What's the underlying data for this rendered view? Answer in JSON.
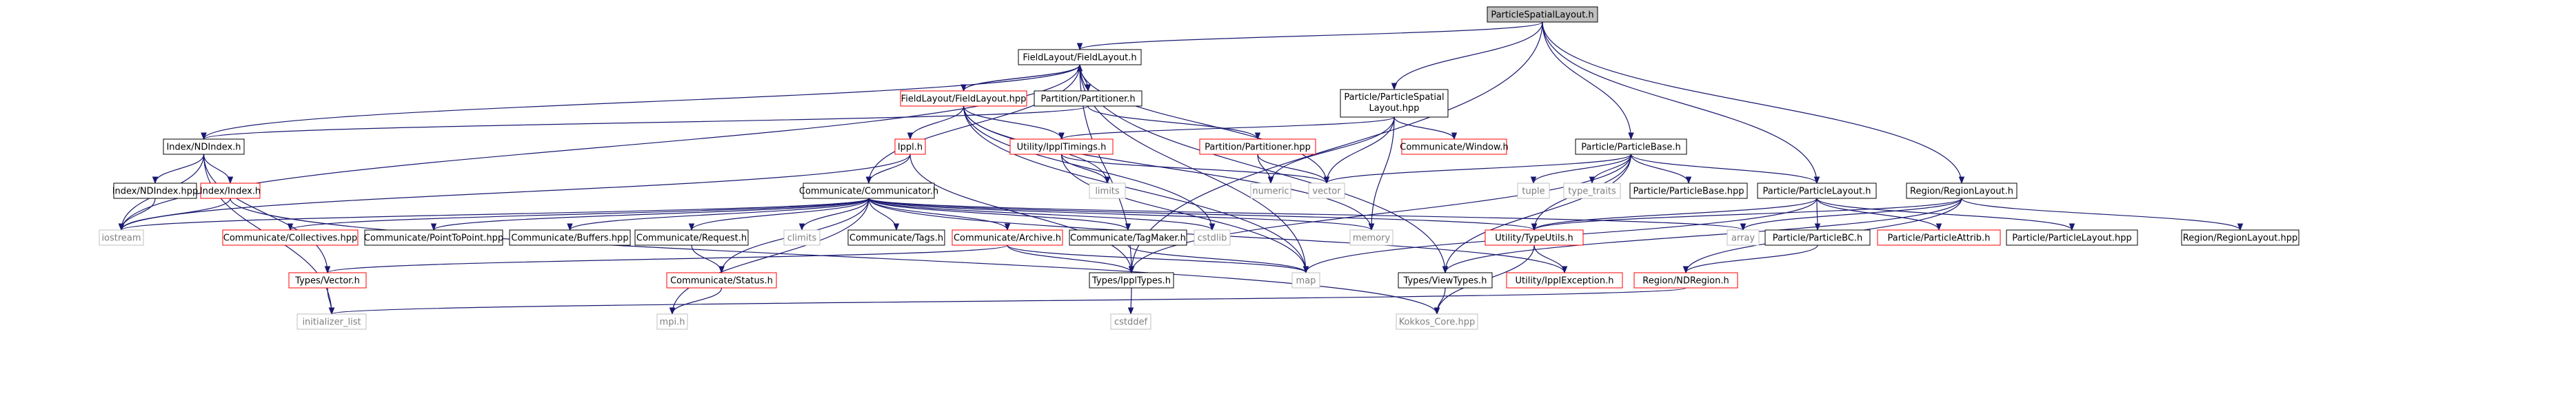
{
  "colors": {
    "edge": "#191970",
    "border_default": "#000000",
    "border_red": "#ff0000",
    "border_gray": "#bfbfbf",
    "fill_root": "#bfbfbf",
    "fill_default": "#ffffff",
    "text_default": "#000000",
    "text_gray": "#7f7f7f"
  },
  "nodes": [
    {
      "id": "ParticleSpatialLayout",
      "label": "ParticleSpatialLayout.h",
      "style": "root"
    },
    {
      "id": "FieldLayout_h",
      "label": "FieldLayout/FieldLayout.h",
      "style": "normal"
    },
    {
      "id": "ParticleSpatialLayout_hpp",
      "label": "Particle/ParticleSpatial\nLayout.hpp",
      "style": "normal"
    },
    {
      "id": "FieldLayout_hpp",
      "label": "FieldLayout/FieldLayout.hpp",
      "style": "red"
    },
    {
      "id": "Partitioner_h",
      "label": "Partition/Partitioner.h",
      "style": "normal"
    },
    {
      "id": "NDIndex_h",
      "label": "Index/NDIndex.h",
      "style": "normal"
    },
    {
      "id": "ippl_h",
      "label": "Ippl.h",
      "style": "red"
    },
    {
      "id": "IpplTimings",
      "label": "Utility/IpplTimings.h",
      "style": "red"
    },
    {
      "id": "Partitioner_hpp",
      "label": "Partition/Partitioner.hpp",
      "style": "red"
    },
    {
      "id": "CommWindow",
      "label": "Communicate/Window.h",
      "style": "red"
    },
    {
      "id": "ParticleBase",
      "label": "Particle/ParticleBase.h",
      "style": "normal"
    },
    {
      "id": "NDIndex_hpp",
      "label": "Index/NDIndex.hpp",
      "style": "normal"
    },
    {
      "id": "Index_h",
      "label": "Index/Index.h",
      "style": "red"
    },
    {
      "id": "limits",
      "label": "limits",
      "style": "gray"
    },
    {
      "id": "numeric",
      "label": "numeric",
      "style": "gray"
    },
    {
      "id": "vector",
      "label": "vector",
      "style": "gray"
    },
    {
      "id": "tuple",
      "label": "tuple",
      "style": "gray"
    },
    {
      "id": "type_traits",
      "label": "type_traits",
      "style": "gray"
    },
    {
      "id": "ParticleBase_hpp",
      "label": "Particle/ParticleBase.hpp",
      "style": "normal"
    },
    {
      "id": "ParticleLayout_h",
      "label": "Particle/ParticleLayout.h",
      "style": "normal"
    },
    {
      "id": "RegionLayout_h",
      "label": "Region/RegionLayout.h",
      "style": "normal"
    },
    {
      "id": "Communicator_h",
      "label": "Communicate/Communicator.h",
      "style": "normal"
    },
    {
      "id": "iostream",
      "label": "iostream",
      "style": "gray"
    },
    {
      "id": "Collectives",
      "label": "Communicate/Collectives.hpp",
      "style": "red"
    },
    {
      "id": "PointToPoint",
      "label": "Communicate/PointToPoint.hpp",
      "style": "normal"
    },
    {
      "id": "Buffers",
      "label": "Communicate/Buffers.hpp",
      "style": "normal"
    },
    {
      "id": "Request",
      "label": "Communicate/Request.h",
      "style": "normal"
    },
    {
      "id": "climits",
      "label": "climits",
      "style": "gray"
    },
    {
      "id": "Tags",
      "label": "Communicate/Tags.h",
      "style": "normal"
    },
    {
      "id": "Archive",
      "label": "Communicate/Archive.h",
      "style": "red"
    },
    {
      "id": "TagMaker",
      "label": "Communicate/TagMaker.h",
      "style": "normal"
    },
    {
      "id": "cstdlib",
      "label": "cstdlib",
      "style": "gray"
    },
    {
      "id": "memory",
      "label": "memory",
      "style": "gray"
    },
    {
      "id": "TypeUtils",
      "label": "Utility/TypeUtils.h",
      "style": "red"
    },
    {
      "id": "array",
      "label": "array",
      "style": "gray"
    },
    {
      "id": "ParticleBC",
      "label": "Particle/ParticleBC.h",
      "style": "normal"
    },
    {
      "id": "ParticleAttrib",
      "label": "Particle/ParticleAttrib.h",
      "style": "red"
    },
    {
      "id": "ParticleLayout_hpp",
      "label": "Particle/ParticleLayout.hpp",
      "style": "normal"
    },
    {
      "id": "RegionLayout_hpp",
      "label": "Region/RegionLayout.hpp",
      "style": "normal"
    },
    {
      "id": "TypesVector",
      "label": "Types/Vector.h",
      "style": "red"
    },
    {
      "id": "CommStatus",
      "label": "Communicate/Status.h",
      "style": "red"
    },
    {
      "id": "IpplTypes",
      "label": "Types/IpplTypes.h",
      "style": "normal"
    },
    {
      "id": "map",
      "label": "map",
      "style": "gray"
    },
    {
      "id": "ViewTypes",
      "label": "Types/ViewTypes.h",
      "style": "normal"
    },
    {
      "id": "IpplException",
      "label": "Utility/IpplException.h",
      "style": "red"
    },
    {
      "id": "NDRegion",
      "label": "Region/NDRegion.h",
      "style": "red"
    },
    {
      "id": "initializer_list",
      "label": "initializer_list",
      "style": "gray"
    },
    {
      "id": "mpi_h",
      "label": "mpi.h",
      "style": "gray"
    },
    {
      "id": "cstddef",
      "label": "cstddef",
      "style": "gray"
    },
    {
      "id": "Kokkos_Core",
      "label": "Kokkos_Core.hpp",
      "style": "gray"
    }
  ]
}
